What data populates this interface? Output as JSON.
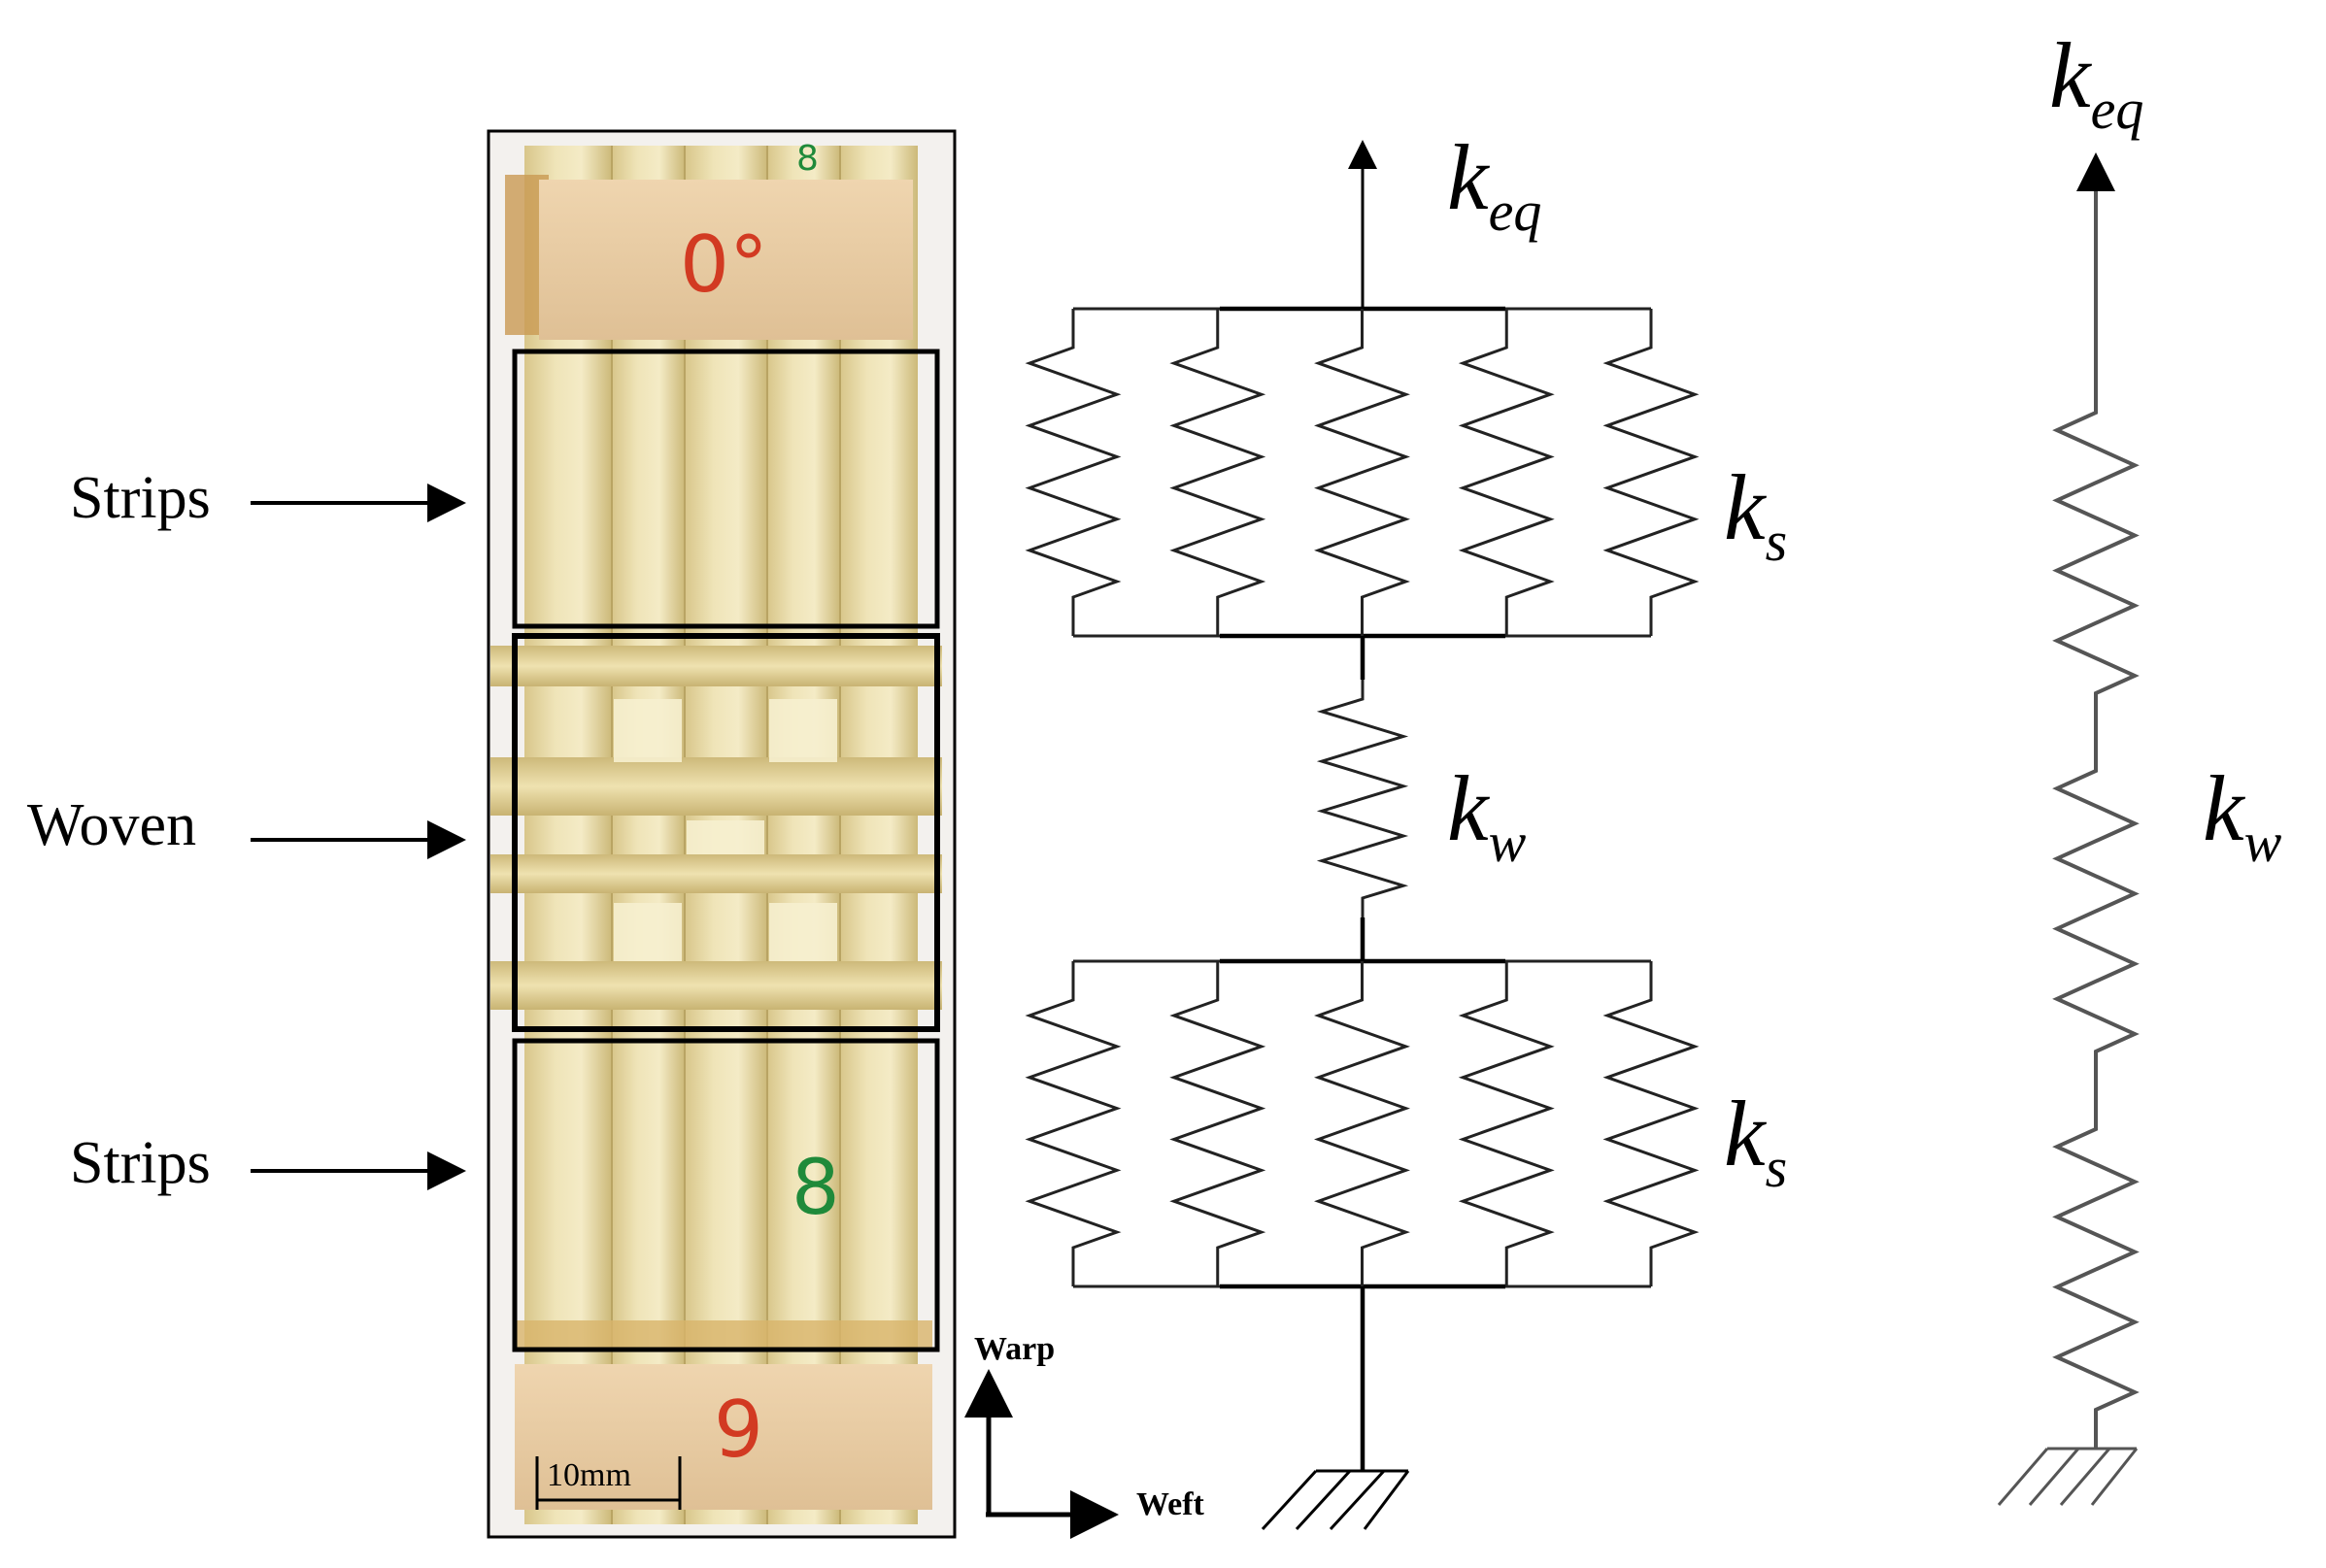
{
  "specimen_labels": {
    "strips_top": "Strips",
    "woven": "Woven",
    "strips_bottom": "Strips"
  },
  "specimen_marks": {
    "top_tab": "0°",
    "bottom_tab": "9",
    "strip_mark": "8",
    "top_edge_mark": "8"
  },
  "scale_bar": "10mm",
  "axes": {
    "warp": "Warp",
    "weft": "Weft"
  },
  "model_series_parallel": {
    "k_eq": {
      "symbol": "k",
      "subscript": "eq"
    },
    "k_s_top": {
      "symbol": "k",
      "subscript": "s"
    },
    "k_w": {
      "symbol": "k",
      "subscript": "w"
    },
    "k_s_bottom": {
      "symbol": "k",
      "subscript": "s"
    },
    "parallel_springs_per_group": 5
  },
  "model_simplified": {
    "k_eq": {
      "symbol": "k",
      "subscript": "eq"
    },
    "k_w": {
      "symbol": "k",
      "subscript": "w"
    },
    "series_springs": 3
  },
  "colors": {
    "bamboo": "#e6d9a6",
    "bamboo_dark": "#c9b77a",
    "wood_tab": "#e9cba3",
    "red_ink": "#d23a22",
    "green_ink": "#1f8a3a"
  }
}
